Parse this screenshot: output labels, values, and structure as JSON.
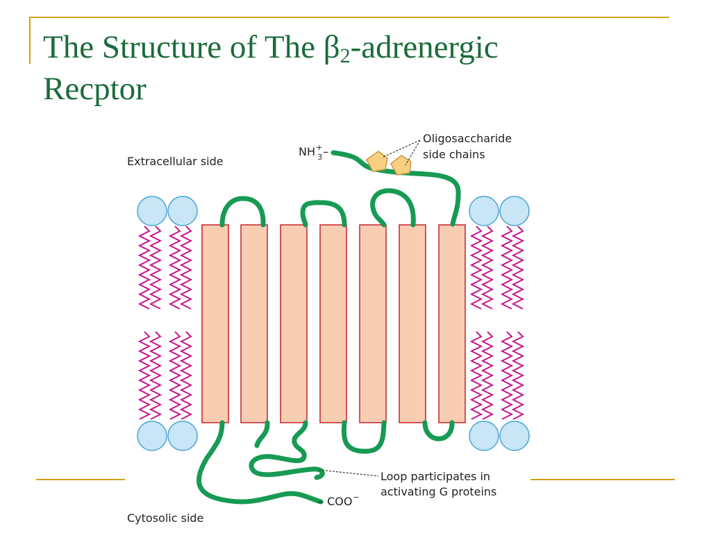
{
  "slide": {
    "title_part1": "The Structure of The ",
    "title_beta": "β",
    "title_sub": "2",
    "title_part2": "-adrenergic",
    "title_line2": "Recptor"
  },
  "diagram": {
    "extracellular_label": "Extracellular side",
    "cytosolic_label": "Cytosolic side",
    "nh3_text": "NH",
    "nh3_sub": "3",
    "nh3_sup": "+",
    "nh3_dash": "–",
    "coo_text": "– COO",
    "coo_sup": "−",
    "oligo_line1": "Oligosaccharide",
    "oligo_line2": "side chains",
    "loop_line1": "Loop participates in",
    "loop_line2": "activating G proteins",
    "colors": {
      "title": "#1a6b3b",
      "accent_rule": "#d4a017",
      "helix_fill": "#f9cdb1",
      "helix_stroke": "#c4222e",
      "chain": "#179a54",
      "lipid_head_fill": "#c8e6f5",
      "lipid_head_stroke": "#4aa3d4",
      "lipid_tail": "#c7158a",
      "sugar_fill": "#f8cf82",
      "sugar_stroke": "#c9973a"
    }
  }
}
